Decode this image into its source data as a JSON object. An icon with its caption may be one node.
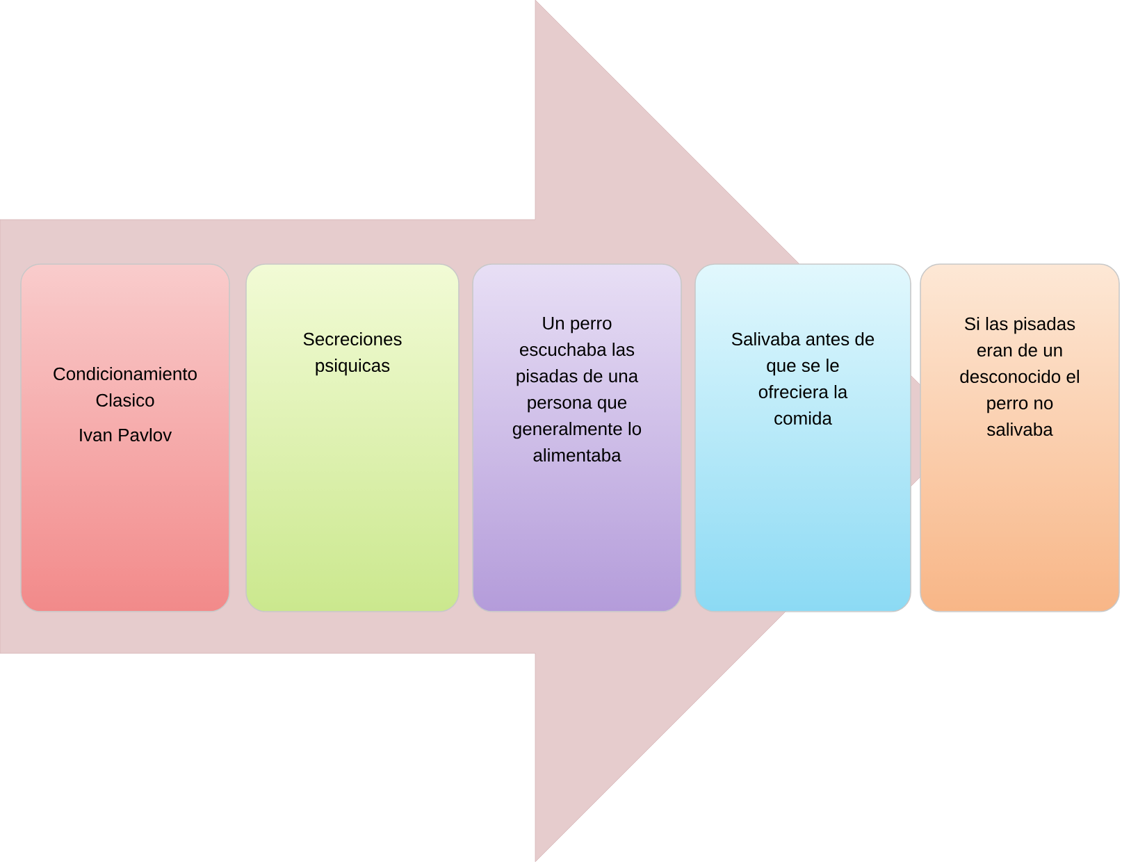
{
  "diagram": {
    "nodes": [
      {
        "text": [
          "Condicionamiento Clasico",
          "Ivan Pavlov"
        ]
      },
      {
        "text": [
          "Secreciones psiquicas"
        ]
      },
      {
        "text": [
          "Un perro escuchaba las pisadas de una persona que generalmente lo alimentaba"
        ]
      },
      {
        "text": [
          "Salivaba antes de que se le ofreciera la comida"
        ]
      },
      {
        "text": [
          "Si las pisadas eran de un desconocido el perro no salivaba"
        ]
      }
    ],
    "edges": [
      {
        "from": 0,
        "to": 4,
        "arrow": "to"
      }
    ]
  }
}
